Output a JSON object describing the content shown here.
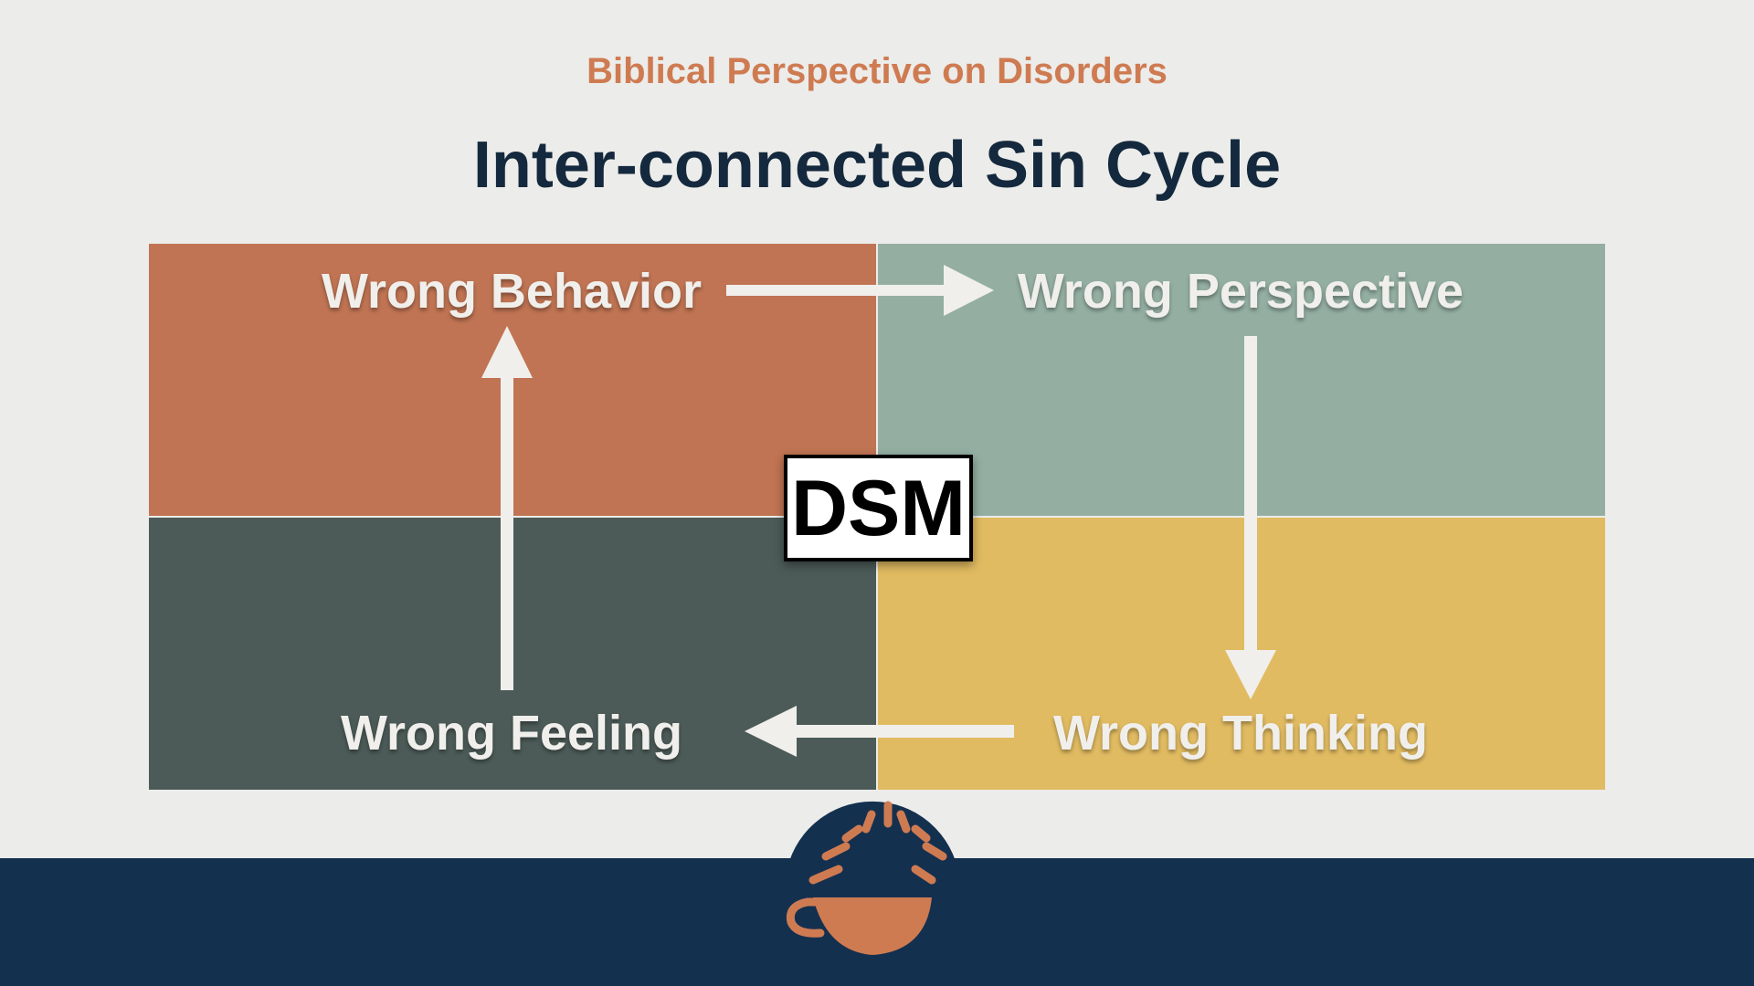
{
  "header": {
    "subtitle": "Biblical Perspective on Disorders",
    "title": "Inter-connected Sin Cycle"
  },
  "cycle": {
    "top_left": "Wrong Behavior",
    "top_right": "Wrong Perspective",
    "bottom_right": "Wrong Thinking",
    "bottom_left": "Wrong Feeling"
  },
  "center_label": "DSM",
  "colors": {
    "background": "#ececea",
    "subtitle": "#cf7b52",
    "title": "#14293d",
    "quadrant_top_left": "#c07453",
    "quadrant_top_right": "#94afa2",
    "quadrant_bottom_left": "#4c5b58",
    "quadrant_bottom_right": "#e1bb61",
    "footer": "#14304f",
    "logo": "#cf7b52"
  },
  "footer": {
    "logo_icon": "coffee-cup-sunrise-icon"
  }
}
